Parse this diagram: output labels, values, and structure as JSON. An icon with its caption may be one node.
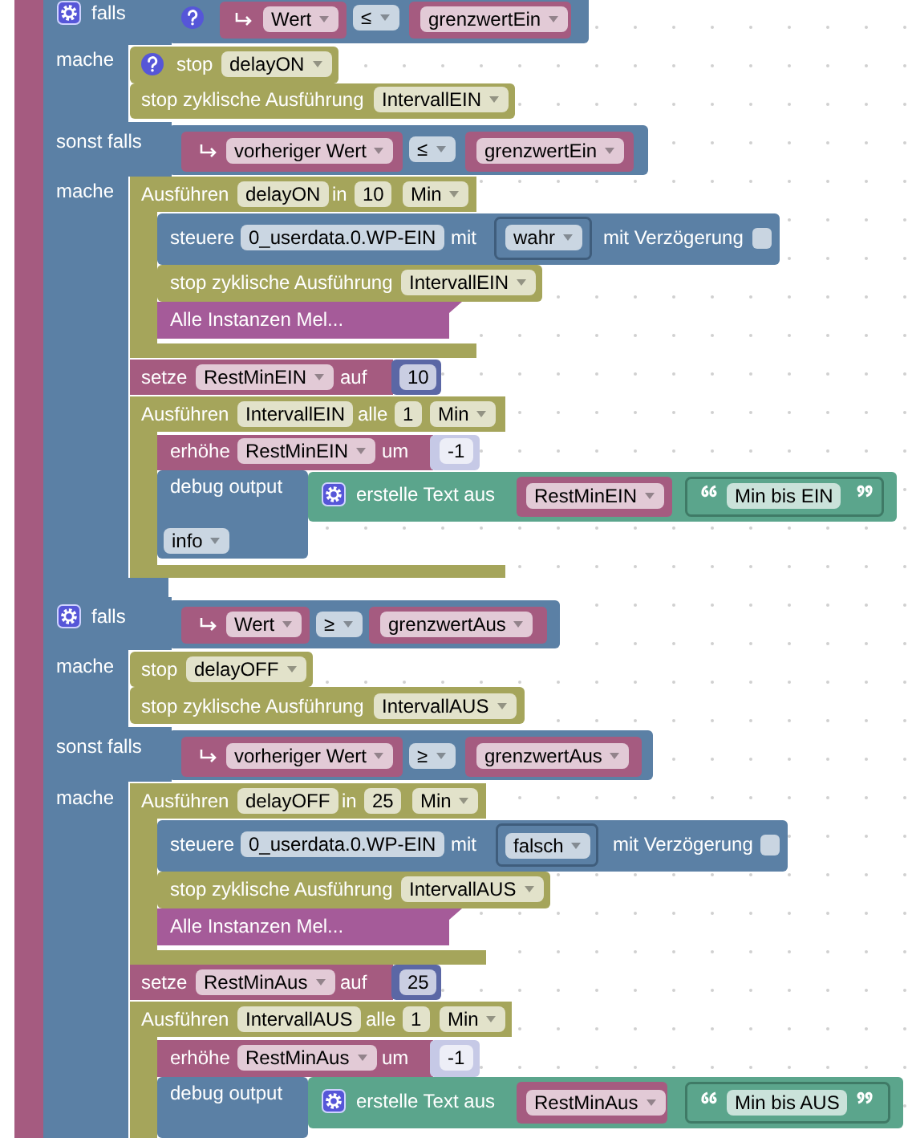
{
  "diagram": {
    "nodes": [
      {
        "text": [
          "falls",
          "mache",
          "sonst falls",
          "mache"
        ]
      },
      {
        "text": [
          "≤"
        ]
      },
      {
        "text": [
          "Wert"
        ],
        "in": 1
      },
      {
        "text": [
          "grenzwertEin"
        ],
        "in": 1
      },
      {
        "text": [
          "stop",
          "delayON"
        ]
      },
      {
        "text": [
          "stop zyklische Ausführung",
          "IntervallEIN"
        ]
      },
      {
        "text": [
          "≤"
        ]
      },
      {
        "text": [
          "vorheriger Wert"
        ],
        "in": 6
      },
      {
        "text": [
          "grenzwertEin"
        ],
        "in": 6
      },
      {
        "text": [
          "Ausführen",
          "delayON",
          "in",
          "10",
          "Min"
        ]
      },
      {
        "text": [
          "steuere",
          "0_userdata.0.WP-EIN",
          "mit",
          "mit Verzögerung"
        ]
      },
      {
        "text": [
          "wahr"
        ],
        "in": 10
      },
      {
        "text": [
          "stop zyklische Ausführung",
          "IntervallEIN"
        ]
      },
      {
        "text": [
          "Alle Instanzen Mel..."
        ],
        "in": 9
      },
      {
        "text": [
          "setze",
          "RestMinEIN",
          "auf"
        ]
      },
      {
        "text": [
          "10"
        ]
      },
      {
        "text": [
          "Ausführen",
          "IntervallEIN",
          "alle",
          "1",
          "Min"
        ]
      },
      {
        "text": [
          "erhöhe",
          "RestMinEIN",
          "um"
        ],
        "in": 16
      },
      {
        "text": [
          "-1"
        ],
        "in": 16
      },
      {
        "text": [
          "debug output",
          "info"
        ],
        "in": 16
      },
      {
        "text": [
          "erstelle Text aus"
        ]
      },
      {
        "text": [
          "RestMinEIN"
        ],
        "in": 20
      },
      {
        "text": [
          "Min bis EIN"
        ],
        "in": 20
      },
      {
        "text": [
          "falls",
          "mache",
          "sonst falls",
          "mache"
        ]
      },
      {
        "text": [
          "≥"
        ]
      },
      {
        "text": [
          "Wert"
        ],
        "in": 24
      },
      {
        "text": [
          "grenzwertAus"
        ],
        "in": 24
      },
      {
        "text": [
          "stop",
          "delayOFF"
        ]
      },
      {
        "text": [
          "stop zyklische Ausführung",
          "IntervallAUS"
        ]
      },
      {
        "text": [
          "≥"
        ]
      },
      {
        "text": [
          "vorheriger Wert"
        ],
        "in": 29
      },
      {
        "text": [
          "grenzwertAus"
        ],
        "in": 29
      },
      {
        "text": [
          "Ausführen",
          "delayOFF",
          "in",
          "25",
          "Min"
        ]
      },
      {
        "text": [
          "steuere",
          "0_userdata.0.WP-EIN",
          "mit",
          "mit Verzögerung"
        ]
      },
      {
        "text": [
          "falsch"
        ],
        "in": 33
      },
      {
        "text": [
          "stop zyklische Ausführung",
          "IntervallAUS"
        ]
      },
      {
        "text": [
          "Alle Instanzen Mel..."
        ],
        "in": 32
      },
      {
        "text": [
          "setze",
          "RestMinAus",
          "auf"
        ]
      },
      {
        "text": [
          "25"
        ]
      },
      {
        "text": [
          "Ausführen",
          "IntervallAUS",
          "alle",
          "1",
          "Min"
        ]
      },
      {
        "text": [
          "erhöhe",
          "RestMinAus",
          "um"
        ],
        "in": 39
      },
      {
        "text": [
          "-1"
        ],
        "in": 39
      },
      {
        "text": [
          "debug output"
        ],
        "in": 39
      },
      {
        "text": [
          "erstelle Text aus"
        ]
      },
      {
        "text": [
          "RestMinAus"
        ],
        "in": 43
      },
      {
        "text": [
          "Min bis AUS"
        ],
        "in": 43
      },
      {
        "text": [],
        "shape": "bar"
      }
    ]
  }
}
